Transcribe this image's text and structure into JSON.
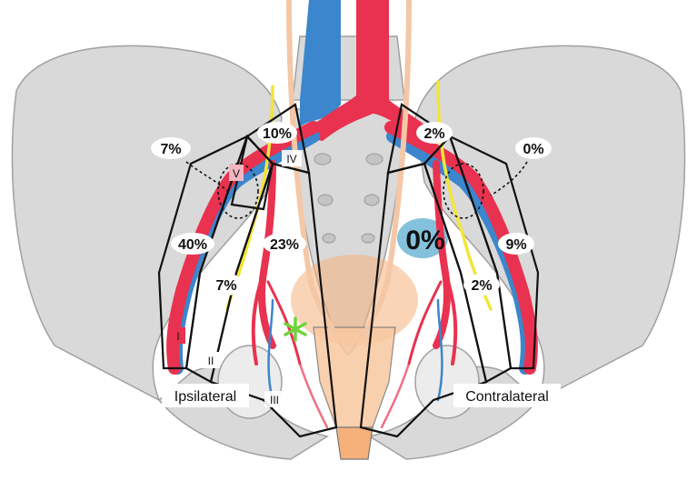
{
  "diagram": {
    "percentages": {
      "left_upper_lateral": "7%",
      "left_top": "10%",
      "left_lateral": "40%",
      "left_medial": "23%",
      "left_lower": "7%",
      "right_top": "2%",
      "right_upper_lateral": "0%",
      "right_center": "0%",
      "right_lateral": "9%",
      "right_lower": "2%"
    },
    "roman_labels": {
      "i": "I",
      "ii": "II",
      "iii": "III",
      "iv": "IV",
      "v": "V"
    },
    "side_labels": {
      "ipsilateral": "Ipsilateral",
      "contralateral": "Contralateral"
    },
    "colors": {
      "background": "#ffffff",
      "bone_fill": "#d9d9d9",
      "bone_outline": "#9a9a9a",
      "artery": "#e8324f",
      "vein": "#3b86cc",
      "ureter": "#f4c7a6",
      "nerve": "#f2e53a",
      "uterus": "#f6b07a",
      "bladder_highlight": "#6fb6d6",
      "marker": "#6fd23a",
      "region_outline": "#111111"
    },
    "icons": {
      "marker": "asterisk-icon"
    }
  }
}
